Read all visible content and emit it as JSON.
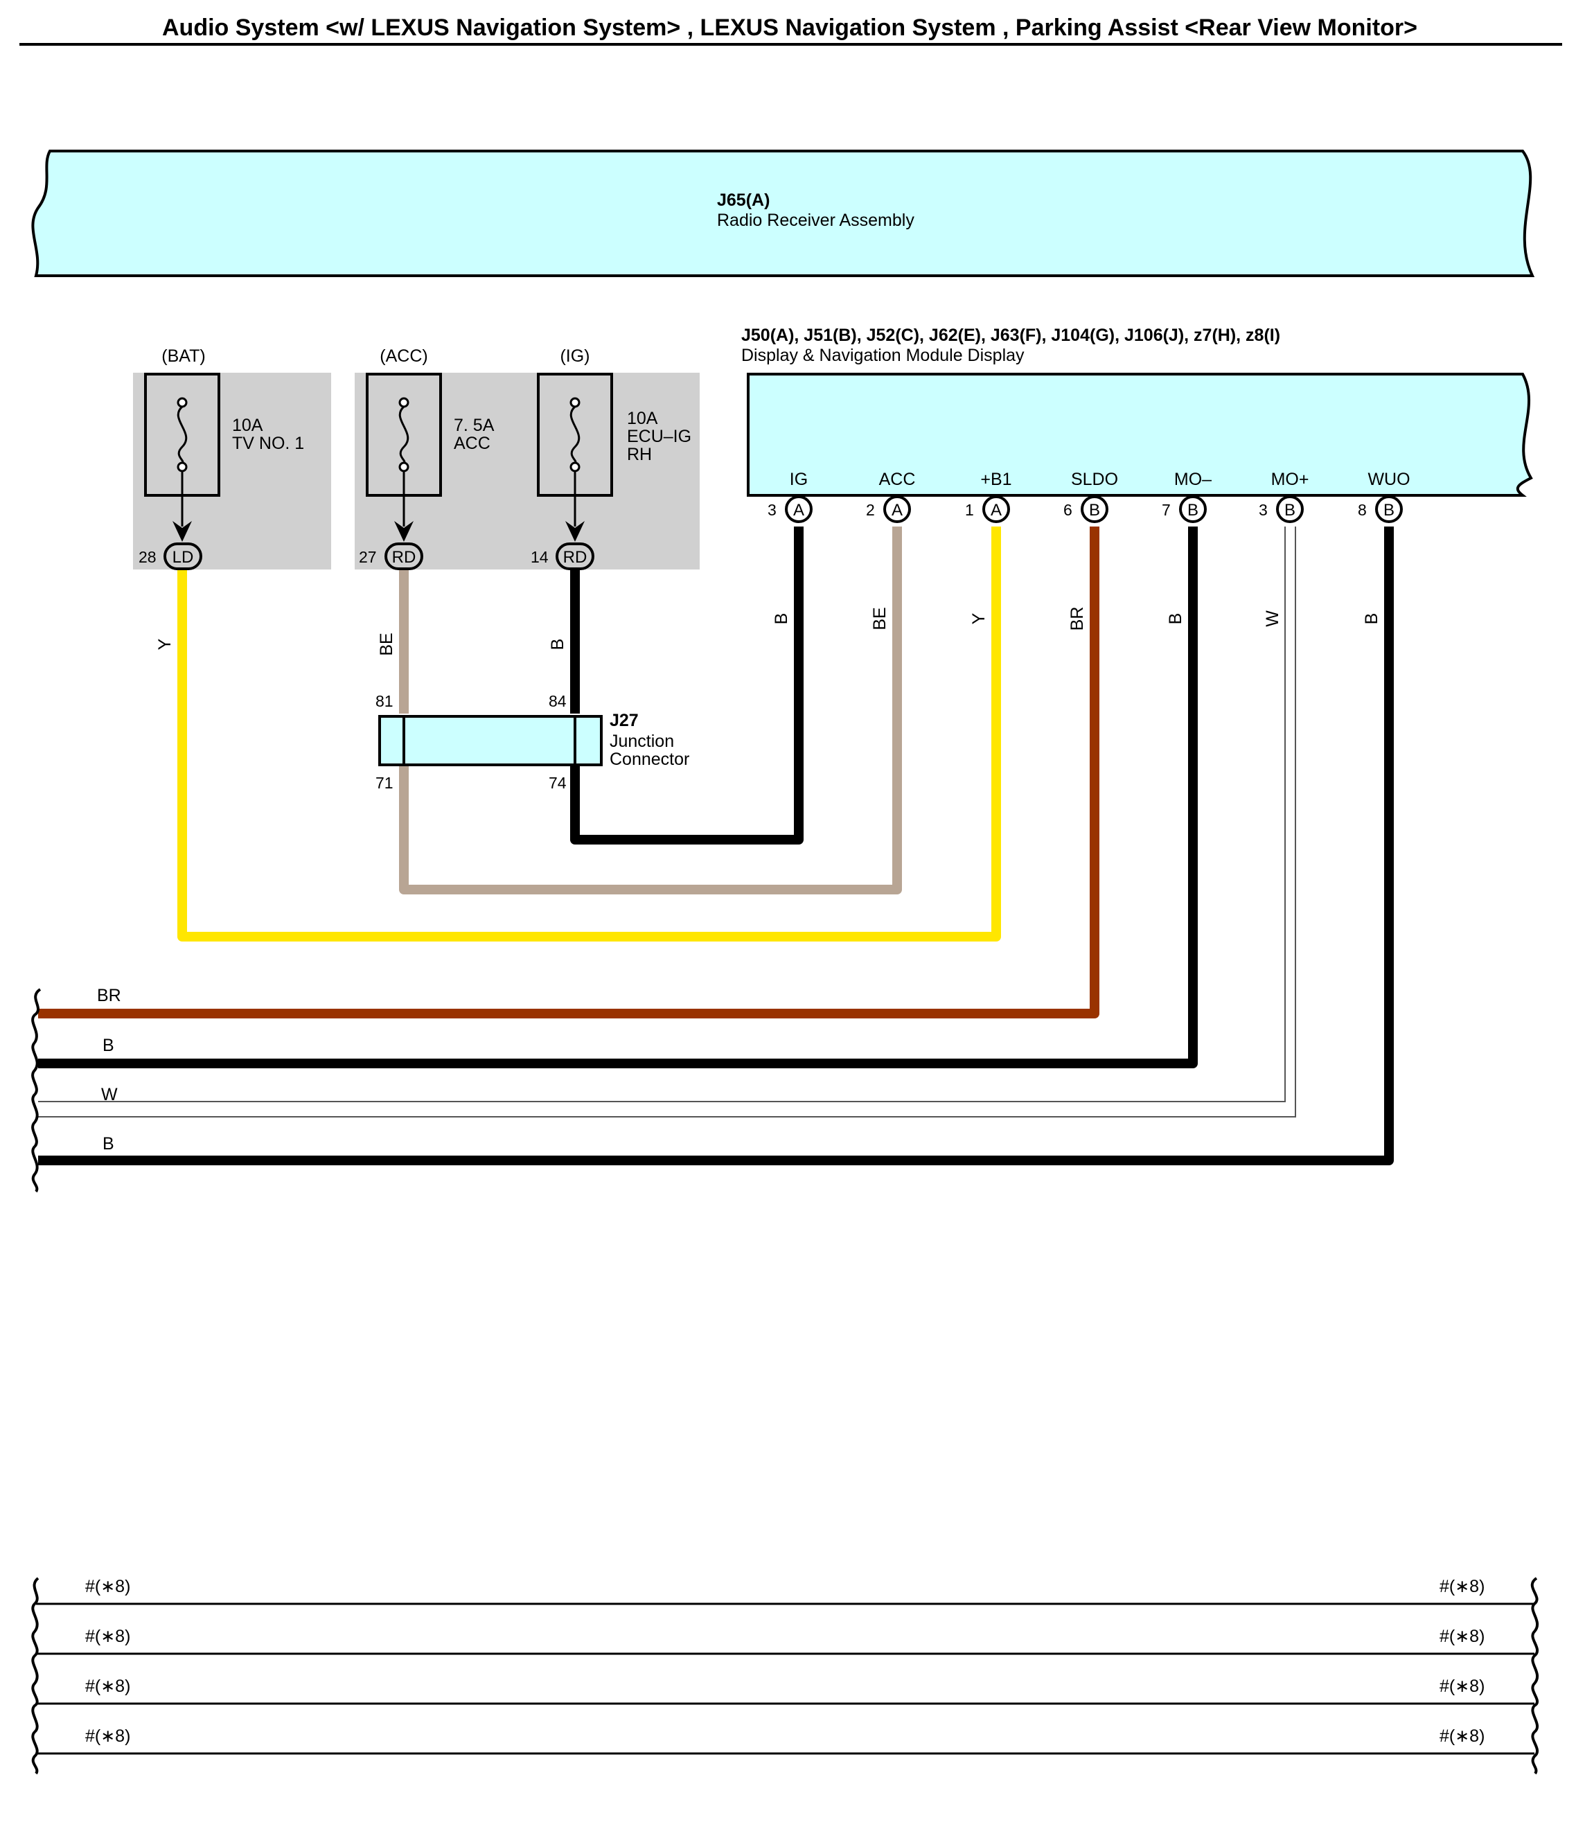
{
  "title": "Audio System <w/ LEXUS Navigation System> , LEXUS Navigation System , Parking Assist <Rear View Monitor>",
  "receiver": {
    "code": "J65(A)",
    "name": "Radio Receiver Assembly"
  },
  "fuses": [
    {
      "group": "(BAT)",
      "rating": "10A",
      "name1": "TV NO. 1",
      "name2": "",
      "pin": "28",
      "conn": "LD",
      "wire": "Y"
    },
    {
      "group": "(ACC)",
      "rating": "7. 5A",
      "name1": "ACC",
      "name2": "",
      "pin": "27",
      "conn": "RD",
      "wire": "BE"
    },
    {
      "group": "(IG)",
      "rating": "10A",
      "name1": "ECU–IG",
      "name2": "RH",
      "pin": "14",
      "conn": "RD",
      "wire": "B"
    }
  ],
  "junction": {
    "code": "J27",
    "name1": "Junction",
    "name2": "Connector",
    "pins_top": [
      "81",
      "84"
    ],
    "pins_bottom": [
      "71",
      "74"
    ]
  },
  "display": {
    "codes": "J50(A), J51(B), J52(C), J62(E), J63(F), J104(G), J106(J), z7(H), z8(I)",
    "name": "Display & Navigation Module Display",
    "terminals": [
      {
        "label": "IG",
        "pin": "3",
        "conn": "A",
        "wire": "B"
      },
      {
        "label": "ACC",
        "pin": "2",
        "conn": "A",
        "wire": "BE"
      },
      {
        "label": "+B1",
        "pin": "1",
        "conn": "A",
        "wire": "Y"
      },
      {
        "label": "SLDO",
        "pin": "6",
        "conn": "B",
        "wire": "BR"
      },
      {
        "label": "MO–",
        "pin": "7",
        "conn": "B",
        "wire": "B"
      },
      {
        "label": "MO+",
        "pin": "3",
        "conn": "B",
        "wire": "W"
      },
      {
        "label": "WUO",
        "pin": "8",
        "conn": "B",
        "wire": "B"
      }
    ]
  },
  "continuation_wires": [
    "BR",
    "B",
    "W",
    "B"
  ],
  "bottom_lines": [
    {
      "left": "#(∗8)",
      "right": "#(∗8)"
    },
    {
      "left": "#(∗8)",
      "right": "#(∗8)"
    },
    {
      "left": "#(∗8)",
      "right": "#(∗8)"
    },
    {
      "left": "#(∗8)",
      "right": "#(∗8)"
    }
  ],
  "colors": {
    "component_fill": "#ccffff",
    "fuse_box": "#d0d0d0",
    "Y": "#ffe600",
    "BE": "#b8a594",
    "B": "#000000",
    "BR": "#993300",
    "W": "#ffffff"
  }
}
